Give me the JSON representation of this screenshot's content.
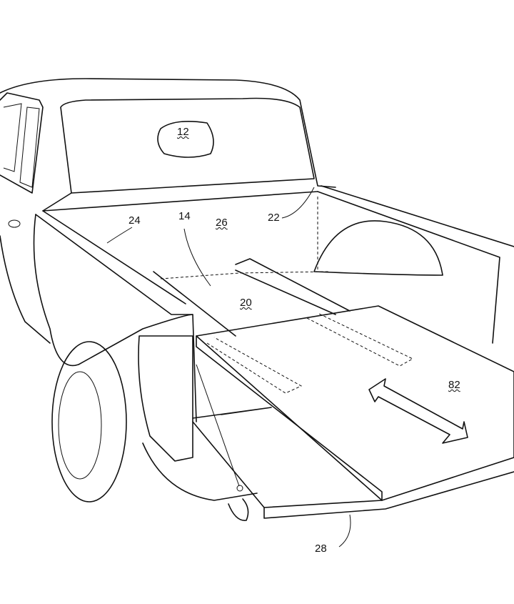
{
  "figure": {
    "labels": {
      "cab_window": "12",
      "bed_arrow": "14",
      "bed_floor": "20",
      "front_wall": "22",
      "side_wall": "24",
      "bed": "26",
      "tailgate": "28",
      "slide_panel": "82"
    },
    "line_color": "#111111"
  }
}
